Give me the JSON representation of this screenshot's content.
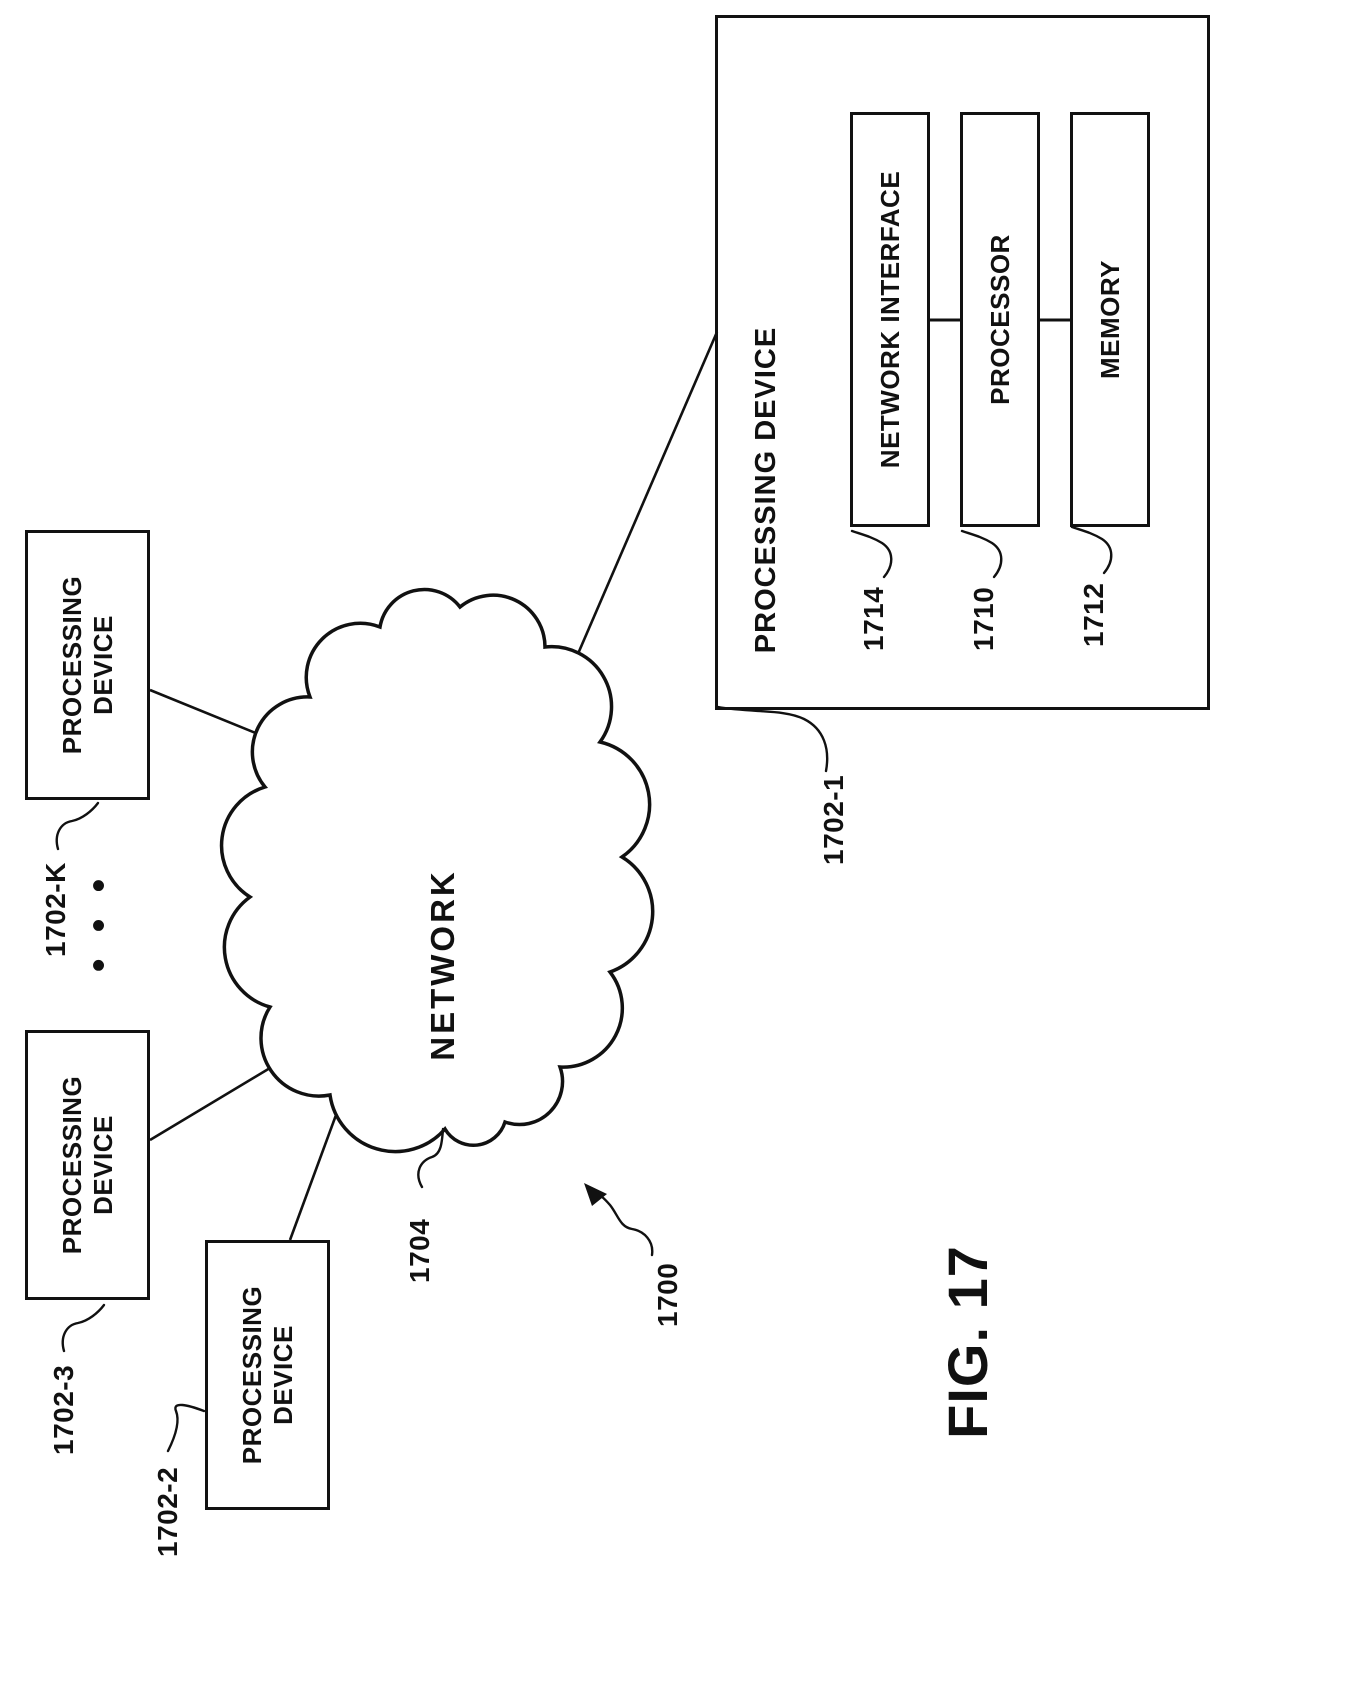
{
  "figure": {
    "title": "FIG. 17",
    "system_ref": "1700"
  },
  "network": {
    "label": "NETWORK",
    "ref": "1704"
  },
  "processing_device_detail": {
    "label": "PROCESSING DEVICE",
    "ref": "1702-1",
    "components": [
      {
        "label": "NETWORK INTERFACE",
        "ref": "1714"
      },
      {
        "label": "PROCESSOR",
        "ref": "1710"
      },
      {
        "label": "MEMORY",
        "ref": "1712"
      }
    ]
  },
  "peer_devices": [
    {
      "label": "PROCESSING DEVICE",
      "ref": "1702-2"
    },
    {
      "label": "PROCESSING DEVICE",
      "ref": "1702-3"
    },
    {
      "label": "PROCESSING DEVICE",
      "ref": "1702-K"
    }
  ],
  "ellipsis": "• • •"
}
